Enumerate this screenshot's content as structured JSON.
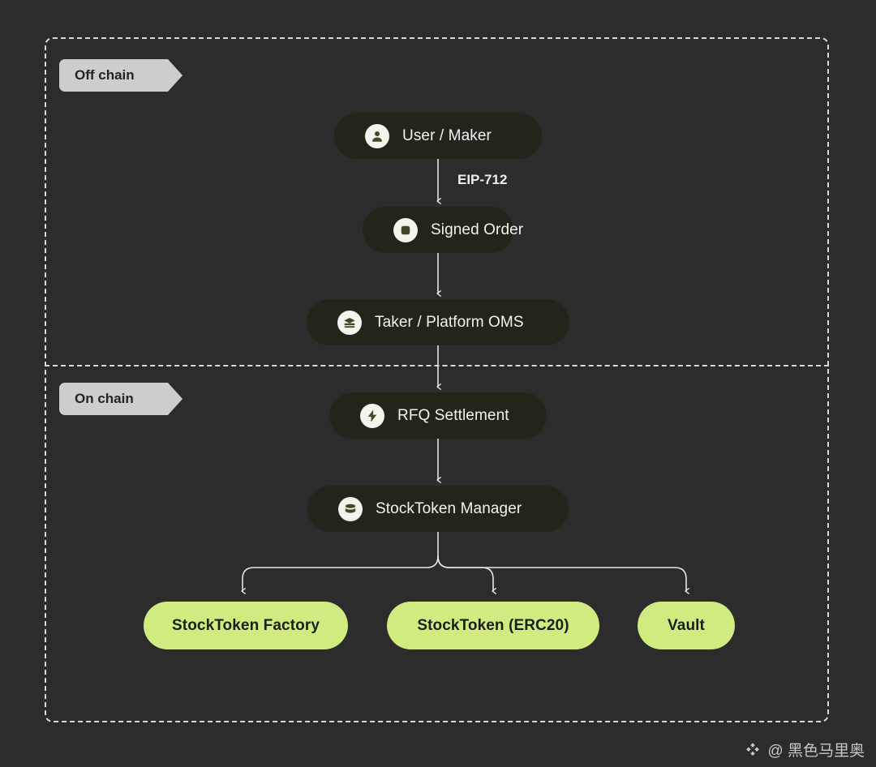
{
  "canvas": {
    "background": "#2c2c2c",
    "frame_border_color": "#d8d8d8"
  },
  "lanes": [
    {
      "id": "off-chain",
      "label": "Off chain",
      "chip_bg": "#cdcdcd",
      "chip_text": "#232323"
    },
    {
      "id": "on-chain",
      "label": "On chain",
      "chip_bg": "#cdcdcd",
      "chip_text": "#232323"
    }
  ],
  "nodes": [
    {
      "id": "user-maker",
      "label": "User / Maker",
      "icon": "user-icon",
      "style": "dark",
      "bg": "#22261a",
      "text": "#f2f2f2",
      "lane": "off-chain"
    },
    {
      "id": "signed-order",
      "label": "Signed Order",
      "icon": "document-stamp-icon",
      "style": "dark",
      "bg": "#22261a",
      "text": "#f2f2f2",
      "lane": "off-chain"
    },
    {
      "id": "taker-oms",
      "label": "Taker / Platform OMS",
      "icon": "server-icon",
      "style": "dark",
      "bg": "#22261a",
      "text": "#f2f2f2",
      "lane": "off-chain"
    },
    {
      "id": "rfq-settlement",
      "label": "RFQ Settlement",
      "icon": "lightning-bolt-icon",
      "style": "dark",
      "bg": "#22261a",
      "text": "#f2f2f2",
      "lane": "on-chain"
    },
    {
      "id": "stocktoken-manager",
      "label": "StockToken Manager",
      "icon": "database-icon",
      "style": "dark",
      "bg": "#22261a",
      "text": "#f2f2f2",
      "lane": "on-chain"
    },
    {
      "id": "stocktoken-factory",
      "label": "StockToken Factory",
      "icon": null,
      "style": "green",
      "bg": "#d0ec80",
      "text": "#1d1d1d",
      "lane": "on-chain"
    },
    {
      "id": "stocktoken-erc20",
      "label": "StockToken (ERC20)",
      "icon": null,
      "style": "green",
      "bg": "#d0ec80",
      "text": "#1d1d1d",
      "lane": "on-chain"
    },
    {
      "id": "vault",
      "label": "Vault",
      "icon": null,
      "style": "green",
      "bg": "#d0ec80",
      "text": "#1d1d1d",
      "lane": "on-chain"
    }
  ],
  "edges": [
    {
      "from": "user-maker",
      "to": "signed-order",
      "label": "EIP-712"
    },
    {
      "from": "signed-order",
      "to": "taker-oms",
      "label": ""
    },
    {
      "from": "taker-oms",
      "to": "rfq-settlement",
      "label": ""
    },
    {
      "from": "rfq-settlement",
      "to": "stocktoken-manager",
      "label": ""
    },
    {
      "from": "stocktoken-manager",
      "to": "stocktoken-factory",
      "label": ""
    },
    {
      "from": "stocktoken-manager",
      "to": "stocktoken-erc20",
      "label": ""
    },
    {
      "from": "stocktoken-manager",
      "to": "vault",
      "label": ""
    }
  ],
  "edge_labels": {
    "eip712": "EIP-712"
  },
  "watermark": {
    "handle": "@ 黑色马里奥",
    "logo": "diamond-logo"
  }
}
